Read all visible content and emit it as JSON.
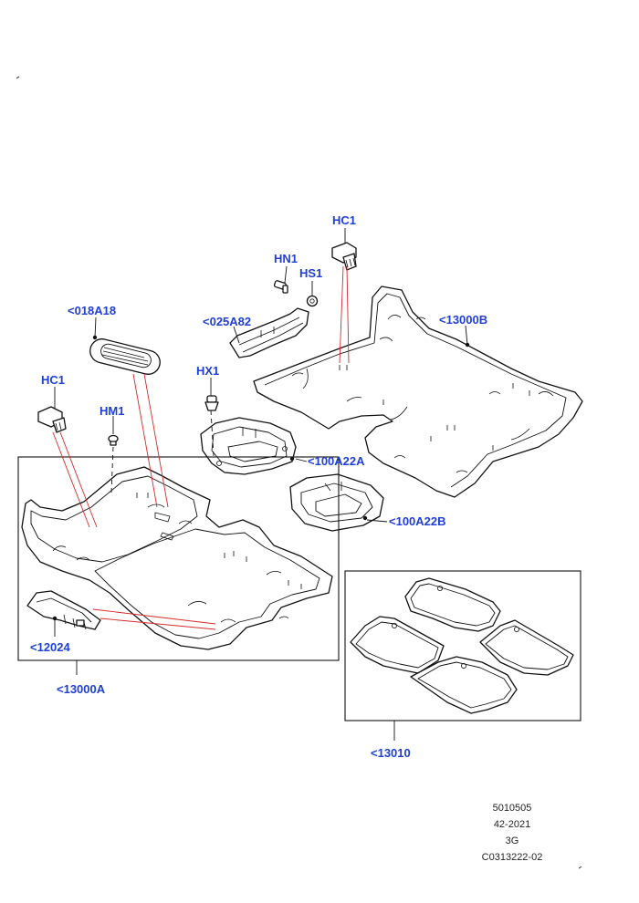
{
  "labels": {
    "hc1_top": "HC1",
    "hn1": "HN1",
    "hs1": "HS1",
    "l025a82": "<025A82",
    "l13000b": "<13000B",
    "l018a18": "<018A18",
    "hx1": "HX1",
    "hc1_left": "HC1",
    "hm1": "HM1",
    "l100a22a": "<100A22A",
    "l100a22b": "<100A22B",
    "l12024": "<12024",
    "l13000a": "<13000A",
    "l13010": "<13010"
  },
  "info": {
    "line1": "5010505",
    "line2": "42-2021",
    "line3": "3G",
    "line4": "C0313222-02"
  },
  "colors": {
    "label": "#1f3fd6",
    "leader": "#111111",
    "red_leader": "#d42a2a"
  }
}
